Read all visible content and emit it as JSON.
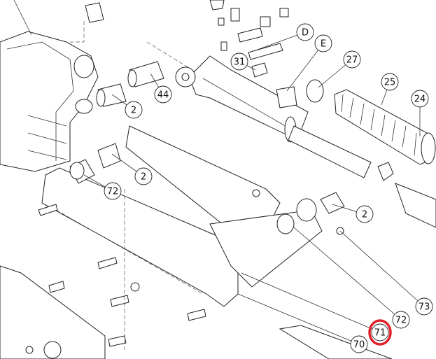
{
  "diagram": {
    "callouts": [
      {
        "label": "2",
        "id": "bushing-upper"
      },
      {
        "label": "44",
        "id": "pin"
      },
      {
        "label": "31",
        "id": "grease-fitting"
      },
      {
        "label": "D",
        "id": "detail-d"
      },
      {
        "label": "E",
        "id": "detail-e"
      },
      {
        "label": "27",
        "id": "hose-clamp"
      },
      {
        "label": "25",
        "id": "bellows-boot"
      },
      {
        "label": "24",
        "id": "boot-end"
      },
      {
        "label": "2",
        "id": "bushing-left"
      },
      {
        "label": "72",
        "id": "bushing-flanged-left"
      },
      {
        "label": "2",
        "id": "bushing-right"
      },
      {
        "label": "73",
        "id": "nut"
      },
      {
        "label": "72",
        "id": "bushing-flanged-right"
      },
      {
        "label": "71",
        "id": "arm-plate-inner",
        "highlighted": true
      },
      {
        "label": "70",
        "id": "arm-plate-outer"
      }
    ],
    "highlight_color": "#e0202a"
  }
}
